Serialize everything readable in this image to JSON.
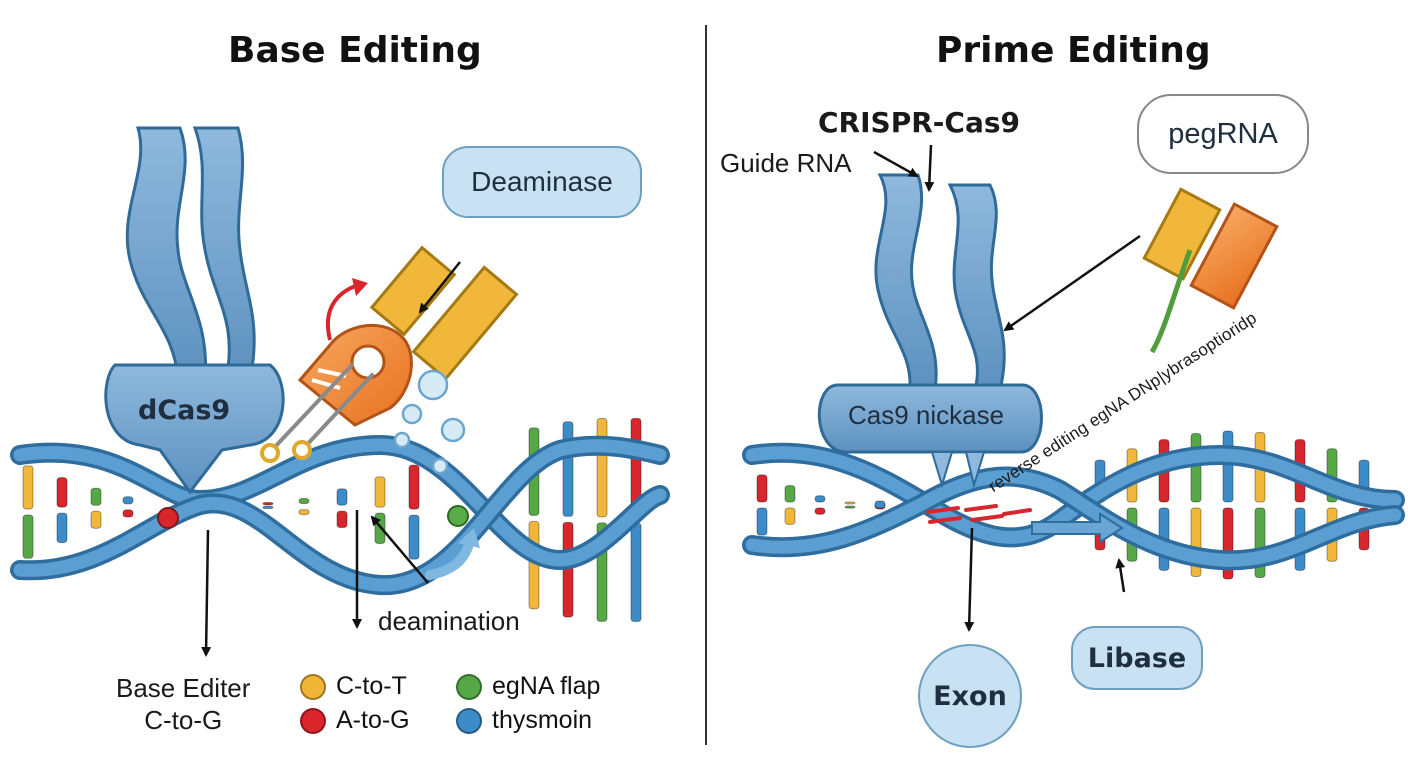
{
  "panels": {
    "left": {
      "title": "Base Editing"
    },
    "right": {
      "title": "Prime Editing"
    }
  },
  "labels": {
    "dcas9": "dCas9",
    "deaminase": "Deaminase",
    "deamination": "deamination",
    "base_editor_line1": "Base Editer",
    "base_editor_line2": "C-to-G",
    "crispr_cas9": "CRISPR-Cas9",
    "guide_rna": "Guide RNA",
    "pegrna": "pegRNA",
    "cas9_nickase": "Cas9 nickase",
    "rt_template": "reverse editing egNA DNp|ybrasoptioridp",
    "exon": "Exon",
    "libase": "Libase"
  },
  "legend": [
    {
      "label": "C-to-T",
      "color": "#f2b637"
    },
    {
      "label": "A-to-G",
      "color": "#d9252b"
    },
    {
      "label": "egNA flap",
      "color": "#55a845"
    },
    {
      "label": "thysmoin",
      "color": "#3b8cc9"
    }
  ],
  "colors": {
    "dna_backbone": "#4a8fc4",
    "protein_blue": "#6c9ec8",
    "deaminase_orange": "#ec7d2e",
    "rna_yellow": "#f1b73b",
    "arrow_red": "#d7262c",
    "divider": "#333333"
  },
  "icons": [
    "curved-arrow-icon",
    "bubbles-icon",
    "linker-chain-icon"
  ]
}
